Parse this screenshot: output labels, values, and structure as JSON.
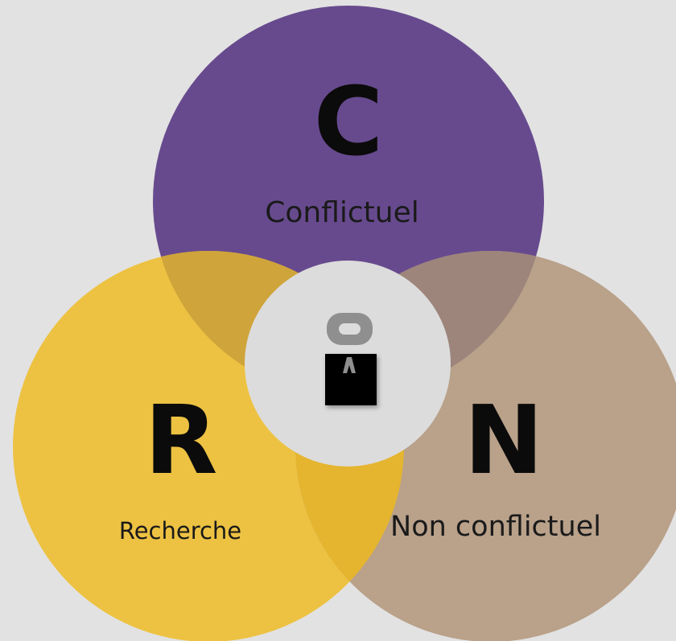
{
  "diagram": {
    "circles": [
      {
        "id": "conflictuel",
        "letter": "C",
        "label": "Conflictuel",
        "color": "#674a8e"
      },
      {
        "id": "recherche",
        "letter": "R",
        "label": "Recherche",
        "color": "#edc242"
      },
      {
        "id": "non-conflictuel",
        "letter": "N",
        "label": "Non conflictuel",
        "color": "#b9a18a"
      }
    ],
    "overlap_colors": {
      "conflictuel_recherche": "#cfa43a",
      "conflictuel_non_conflictuel": "#9d857c",
      "recherche_non_conflictuel": "#e5b52f"
    },
    "center": {
      "color": "#dcdcdc",
      "icon": "person-icon",
      "icon_head_color": "#8f8f8f",
      "icon_body_color": "#000000"
    }
  }
}
